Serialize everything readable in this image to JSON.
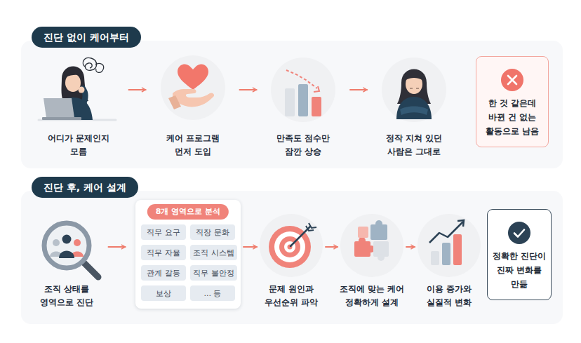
{
  "diagram": {
    "nodes": [
      {
        "text": [
          "진단 없이 케어부터"
        ]
      },
      {
        "text": [
          "어디가 문제인지 모름"
        ],
        "in": 0
      },
      {
        "text": [
          "케어 프로그램 먼저 도입"
        ],
        "in": 0
      },
      {
        "text": [
          "만족도 점수만 잠깐 상승"
        ],
        "in": 0
      },
      {
        "text": [
          "정작 지쳐 있던 사람은 그대로"
        ],
        "in": 0
      },
      {
        "text": [
          "한 것 같은데 바뀐 건 없는 활동으로 남음"
        ],
        "in": 0
      },
      {
        "text": [
          "진단 후, 케어 설계"
        ]
      },
      {
        "text": [
          "조직 상태를 영역으로 진단"
        ],
        "in": 6
      },
      {
        "text": [
          "8개 영역으로 분석"
        ],
        "in": 6
      },
      {
        "text": [
          "직무 요구"
        ],
        "in": 8
      },
      {
        "text": [
          "직장 문화"
        ],
        "in": 8
      },
      {
        "text": [
          "직무 자율"
        ],
        "in": 8
      },
      {
        "text": [
          "조직 시스템"
        ],
        "in": 8
      },
      {
        "text": [
          "관계 갈등"
        ],
        "in": 8
      },
      {
        "text": [
          "직무 불안정"
        ],
        "in": 8
      },
      {
        "text": [
          "보상"
        ],
        "in": 8
      },
      {
        "text": [
          "… 등"
        ],
        "in": 8
      },
      {
        "text": [
          "문제 원인과 우선순위 파악"
        ],
        "in": 6
      },
      {
        "text": [
          "조직에 맞는 케어 정확하게 설계"
        ],
        "in": 6
      },
      {
        "text": [
          "이용 증가와 실질적 변화"
        ],
        "in": 6
      },
      {
        "text": [
          "정확한 진단이 진짜 변화를 만듦"
        ],
        "in": 6
      }
    ],
    "edges": [
      {
        "from": 1,
        "to": 2,
        "arrow": "to"
      },
      {
        "from": 2,
        "to": 3,
        "arrow": "to"
      },
      {
        "from": 3,
        "to": 4,
        "arrow": "to"
      },
      {
        "from": 7,
        "to": 8,
        "arrow": "to"
      },
      {
        "from": 8,
        "to": 17,
        "arrow": "to"
      },
      {
        "from": 17,
        "to": 18,
        "arrow": "to"
      },
      {
        "from": 18,
        "to": 19,
        "arrow": "to"
      }
    ]
  }
}
